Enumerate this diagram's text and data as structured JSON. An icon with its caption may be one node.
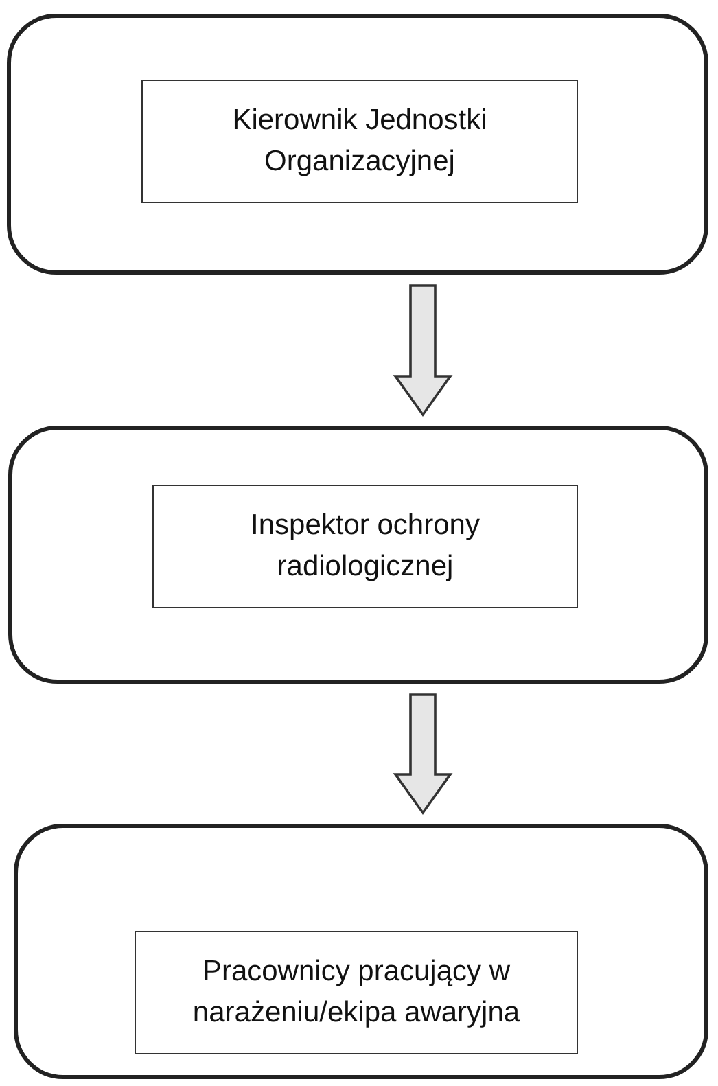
{
  "diagram": {
    "nodes": [
      {
        "text": [],
        "shape": "box"
      },
      {
        "text": [
          "Kierownik Jednostki Organizacyjnej"
        ],
        "in": 0
      },
      {
        "text": [],
        "shape": "box"
      },
      {
        "text": [
          "Inspektor ochrony radiologicznej"
        ],
        "in": 2
      },
      {
        "text": [],
        "shape": "box"
      },
      {
        "text": [
          "Pracownicy pracujący w narażeniu/ekipa awaryjna"
        ],
        "in": 4
      }
    ],
    "edges": [
      {
        "from": 0,
        "to": 2,
        "arrow": "to"
      },
      {
        "from": 2,
        "to": 4,
        "arrow": "to"
      }
    ]
  }
}
